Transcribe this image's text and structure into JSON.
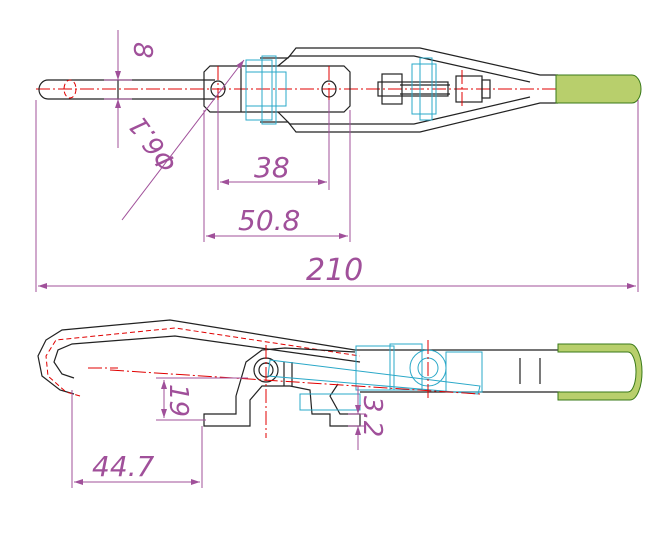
{
  "dimensions": {
    "top_pin_diameter": "8",
    "hole_diameter": "Φ6.1",
    "hole_spacing": "38",
    "base_length": "50.8",
    "overall_length": "210",
    "side_height": "19",
    "base_thickness": "3.2",
    "hook_offset": "44.7"
  },
  "colors": {
    "outline": "#222222",
    "centerline": "#e00000",
    "dimension": "#a0509a",
    "phantom": "#2aa8c8",
    "grip": "#b8cf6c"
  }
}
